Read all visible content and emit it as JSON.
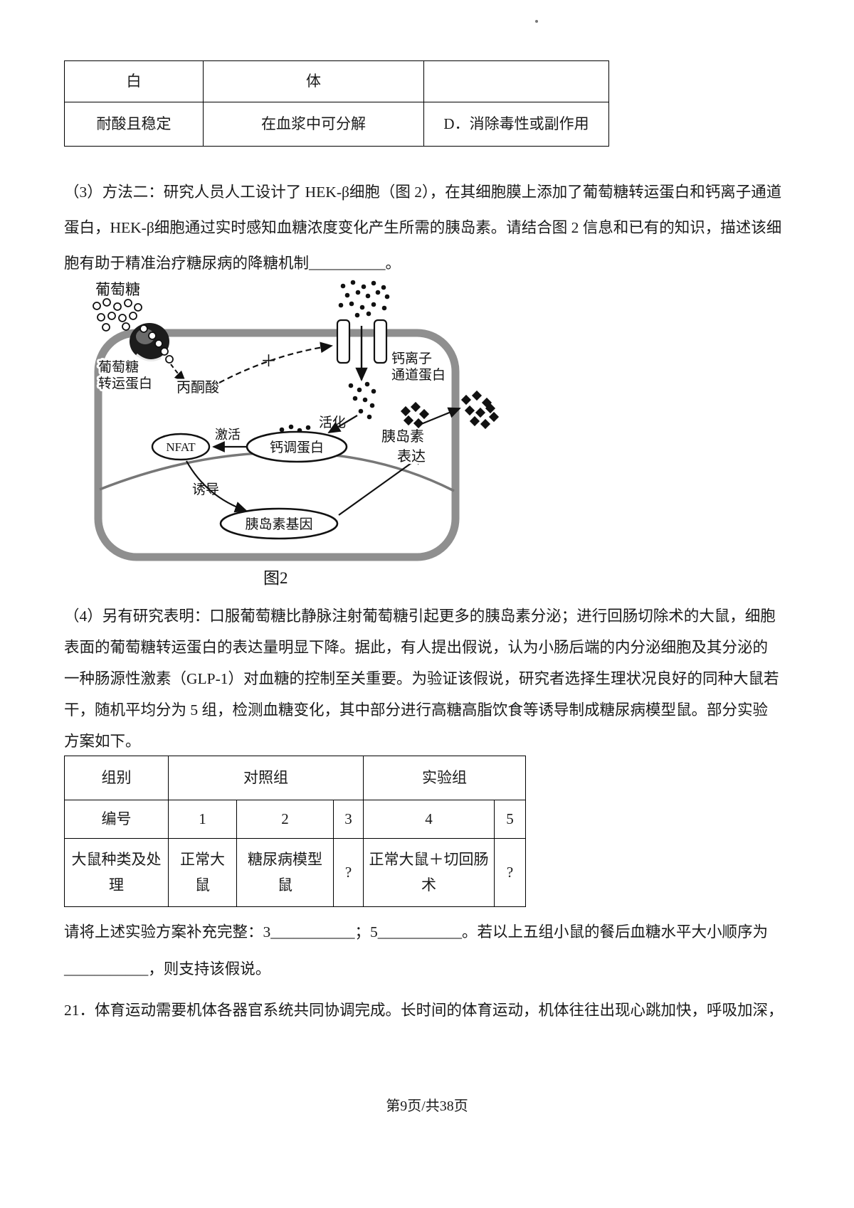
{
  "doc": {
    "footer": "第9页/共38页"
  },
  "table_top": {
    "rows": [
      {
        "c1": "白",
        "c2": "体",
        "c3": ""
      },
      {
        "c1": "耐酸且稳定",
        "c2": "在血浆中可分解",
        "c3": "D．消除毒性或副作用"
      }
    ]
  },
  "q3": {
    "line1": "（3）方法二：研究人员人工设计了 HEK-β细胞（图 2），在其细胞膜上添加了葡萄糖转运蛋白和钙离子通道",
    "line2": "蛋白，HEK-β细胞通过实时感知血糖浓度变化产生所需的胰岛素。请结合图 2 信息和已有的知识，描述该细",
    "line3": "胞有助于精准治疗糖尿病的降糖机制__________。"
  },
  "figure2": {
    "caption": "图2",
    "labels": {
      "glucose": "葡萄糖",
      "transporter_l1": "葡萄糖",
      "transporter_l2": "转运蛋白",
      "pyruvate": "丙酮酸",
      "plus": "＋",
      "channel_l1": "钙离子",
      "channel_l2": "通道蛋白",
      "activation": "活化",
      "calmodulin": "钙调蛋白",
      "activate": "激活",
      "nfat": "NFAT",
      "insulin_l1": "胰岛素",
      "insulin_l2": "表达",
      "induce": "诱导",
      "insulin_gene": "胰岛素基因"
    }
  },
  "q4": {
    "line1": "（4）另有研究表明：口服葡萄糖比静脉注射葡萄糖引起更多的胰岛素分泌；进行回肠切除术的大鼠，细胞",
    "line2": "表面的葡萄糖转运蛋白的表达量明显下降。据此，有人提出假说，认为小肠后端的内分泌细胞及其分泌的",
    "line3": "一种肠源性激素（GLP-1）对血糖的控制至关重要。为验证该假说，研究者选择生理状况良好的同种大鼠若",
    "line4": "干，随机平均分为 5 组，检测血糖变化，其中部分进行高糖高脂饮食等诱导制成糖尿病模型鼠。部分实验",
    "line5": "方案如下。"
  },
  "table_exp": {
    "header": {
      "group": "组别",
      "control": "对照组",
      "experimental": "实验组"
    },
    "row_id": {
      "label": "编号",
      "c1": "1",
      "c2": "2",
      "c3": "3",
      "c4": "4",
      "c5": "5"
    },
    "row_treatment": {
      "label": "大鼠种类及处理",
      "c1": "正常大鼠",
      "c2": "糖尿病模型鼠",
      "c3": "?",
      "c4": "正常大鼠＋切回肠术",
      "c5": "?"
    }
  },
  "fill": {
    "line1": "请将上述实验方案补充完整：3___________；5___________。若以上五组小鼠的餐后血糖水平大小顺序为",
    "line2": "___________，则支持该假说。"
  },
  "q21": {
    "line1": "21．体育运动需要机体各器官系统共同协调完成。长时间的体育运动，机体往往出现心跳加快，呼吸加深，"
  }
}
